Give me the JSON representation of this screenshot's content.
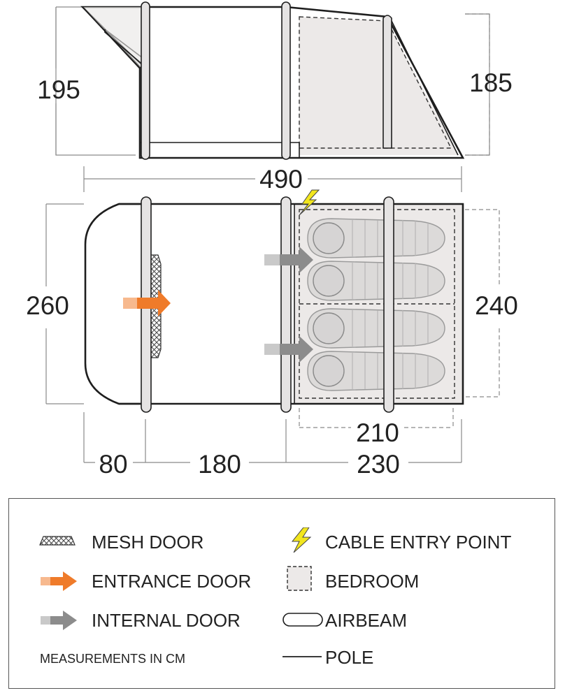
{
  "dimensions": {
    "side_height_front": "195",
    "side_height_rear": "185",
    "total_length": "490",
    "width_front": "260",
    "width_bedroom": "240",
    "bedroom_length": "210",
    "porch_depth": "80",
    "living_length": "180",
    "rear_length": "230"
  },
  "legend": {
    "mesh_door": "MESH DOOR",
    "entrance_door": "ENTRANCE DOOR",
    "internal_door": "INTERNAL DOOR",
    "cable_entry": "CABLE ENTRY POINT",
    "bedroom": "BEDROOM",
    "airbeam": "AIRBEAM",
    "pole": "POLE",
    "units_note": "MEASUREMENTS IN CM"
  },
  "colors": {
    "outline": "#1e1e1e",
    "dim_line": "#8a8a8a",
    "bedroom_fill": "#ece9e8",
    "airbeam_fill": "#e5e3e3",
    "entrance_arrow": "#ef7b2a",
    "internal_arrow": "#8c8c8c",
    "cable_bolt": "#f2e61e",
    "sleeping_bag": "#dcdad9"
  },
  "icons": [
    "mesh-door-icon",
    "entrance-arrow-icon",
    "internal-arrow-icon",
    "cable-bolt-icon",
    "bedroom-icon",
    "airbeam-icon",
    "pole-icon"
  ]
}
